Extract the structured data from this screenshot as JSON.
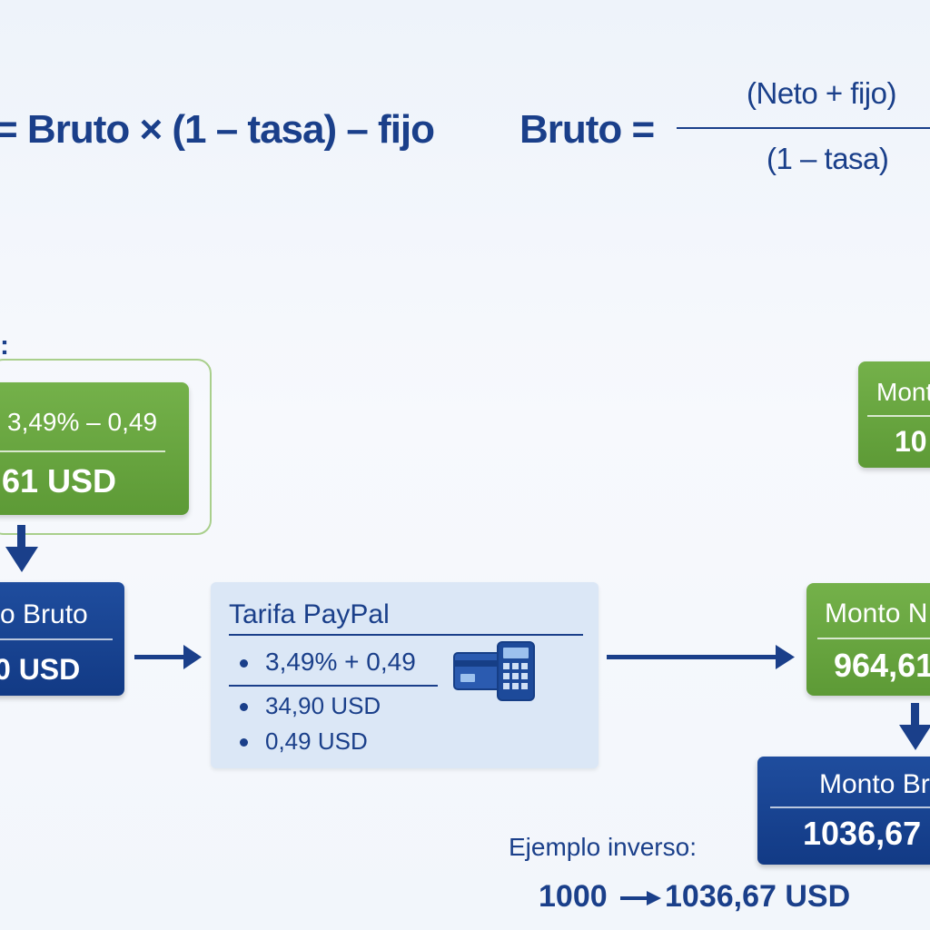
{
  "formulas": {
    "net": "= Bruto × (1 – tasa) – fijo",
    "gross_lhs": "Bruto =",
    "gross_numerator": "(Neto + fijo)",
    "gross_denominator": "(1 – tasa)"
  },
  "example": {
    "label": ":",
    "fee_line": "3,49% – 0,49",
    "result": ",61 USD"
  },
  "monto_bruto_left": {
    "title": "o Bruto",
    "value": "0 USD"
  },
  "tarifa_box": {
    "title": "Tarifa PayPal",
    "items": [
      "3,49% + 0,49",
      "34,90 USD",
      "0,49 USD"
    ]
  },
  "monto_neto_top_right": {
    "title": "Mont",
    "value": "10"
  },
  "monto_neto_right": {
    "title": "Monto N",
    "value": "964,61"
  },
  "monto_bruto_right": {
    "title": "Monto Br",
    "value": "1036,67"
  },
  "inverse_example": {
    "label": "Ejemplo inverso:",
    "from": "1000",
    "to": "1036,67 USD"
  },
  "colors": {
    "navy": "#1a3f8a",
    "green": "#66a53f",
    "light_blue": "#dbe7f6"
  }
}
